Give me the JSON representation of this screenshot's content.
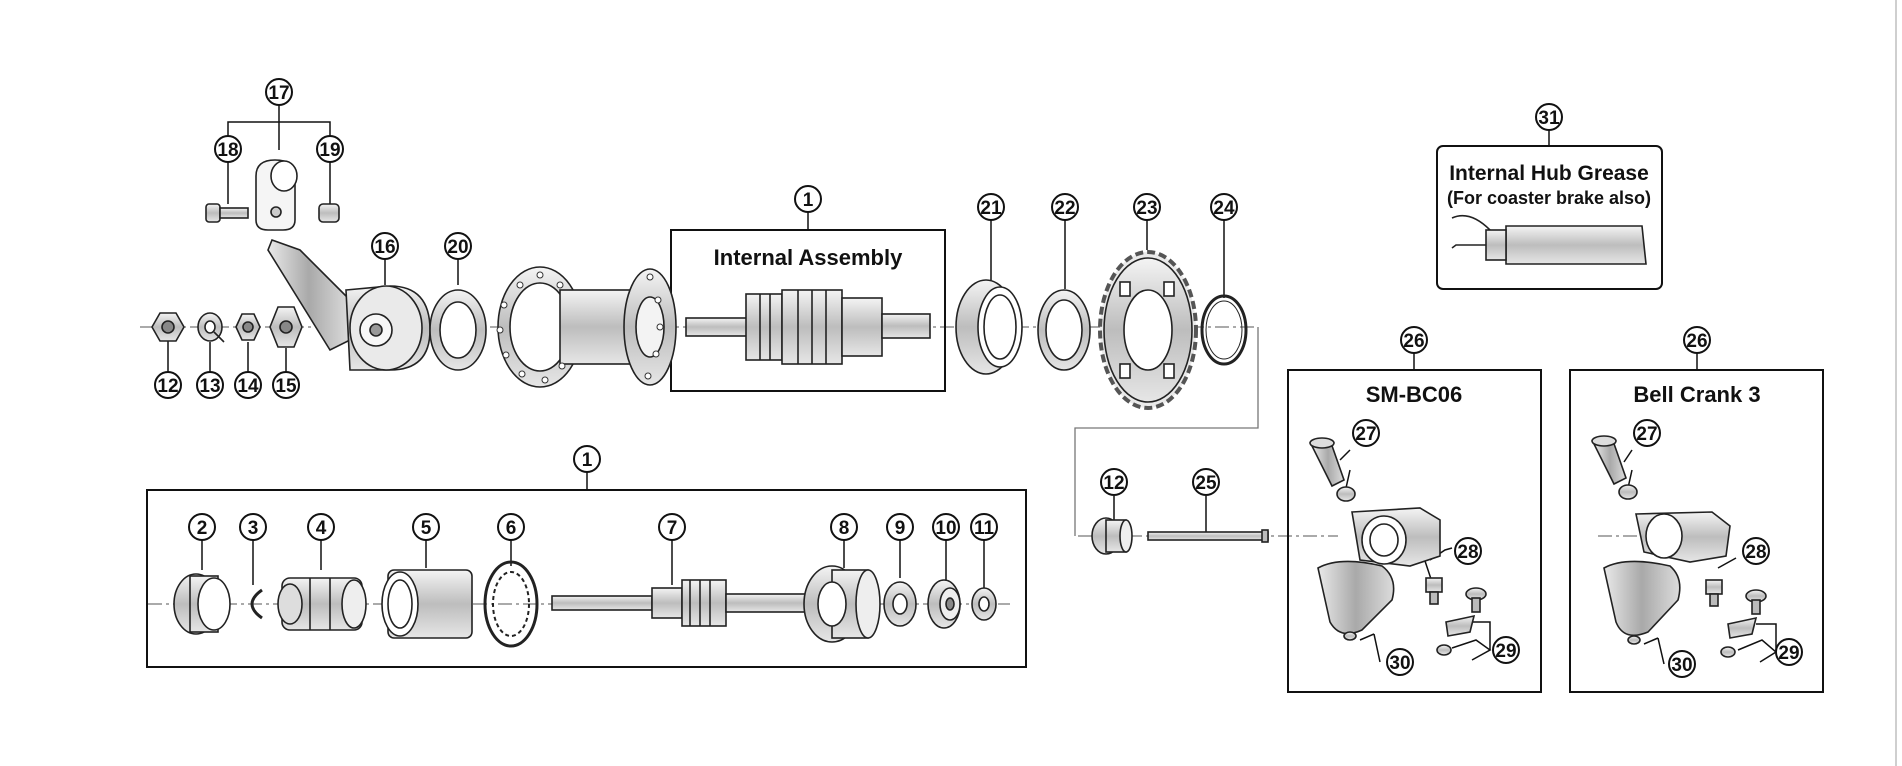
{
  "labels": {
    "internal_assembly": "Internal Assembly",
    "grease_title": "Internal Hub Grease",
    "grease_subtitle": "(For coaster brake also)",
    "sm_bc06": "SM-BC06",
    "bell_crank": "Bell Crank 3"
  },
  "callouts": {
    "c1a": "1",
    "c1b": "1",
    "c2": "2",
    "c3": "3",
    "c4": "4",
    "c5": "5",
    "c6": "6",
    "c7": "7",
    "c8": "8",
    "c9": "9",
    "c10": "10",
    "c11": "11",
    "c12a": "12",
    "c12b": "12",
    "c13": "13",
    "c14": "14",
    "c15": "15",
    "c16": "16",
    "c17": "17",
    "c18": "18",
    "c19": "19",
    "c20": "20",
    "c21": "21",
    "c22": "22",
    "c23": "23",
    "c24": "24",
    "c25": "25",
    "c26a": "26",
    "c26b": "26",
    "c27a": "27",
    "c27b": "27",
    "c28a": "28",
    "c28b": "28",
    "c29a": "29",
    "c29b": "29",
    "c30a": "30",
    "c30b": "30",
    "c31": "31"
  }
}
